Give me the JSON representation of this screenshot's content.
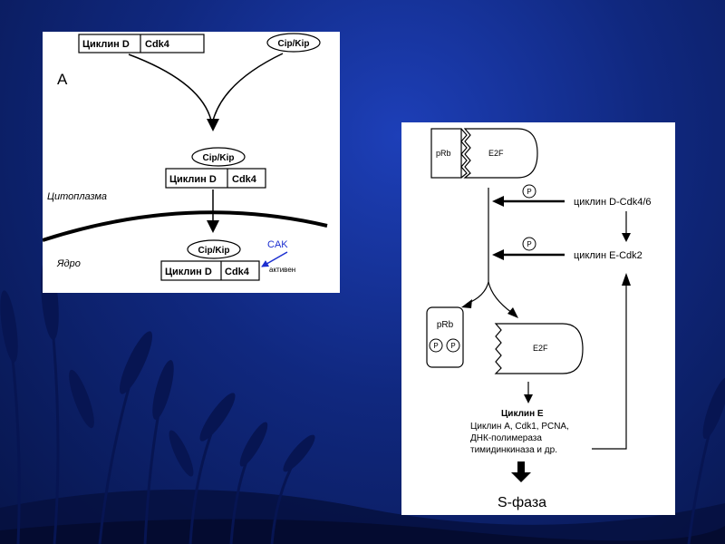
{
  "panel_a": {
    "letter": "A",
    "cyclin_d": "Циклин D",
    "cdk4": "Cdk4",
    "cip_kip": "Cip/Kip",
    "cytoplasm": "Цитоплазма",
    "nucleus": "Ядро",
    "cak": "CAK",
    "active": "активен"
  },
  "panel_b": {
    "prb": "pRb",
    "e2f": "E2F",
    "p": "P",
    "cyclin_d_cdk": "циклин D-Cdk4/6",
    "cyclin_e_cdk2": "циклин E-Cdk2",
    "cyclin_e": "Циклин E",
    "genes_line1": "Циклин A, Cdk1, PCNA,",
    "genes_line2": "ДНК-полимераза",
    "genes_line3": "тимидинкиназа и др.",
    "s_phase": "S-фаза"
  },
  "colors": {
    "background": "#10287f",
    "panel": "#ffffff",
    "cak_text": "#1c2fd0",
    "cak_arrow": "#1c2fd0"
  }
}
